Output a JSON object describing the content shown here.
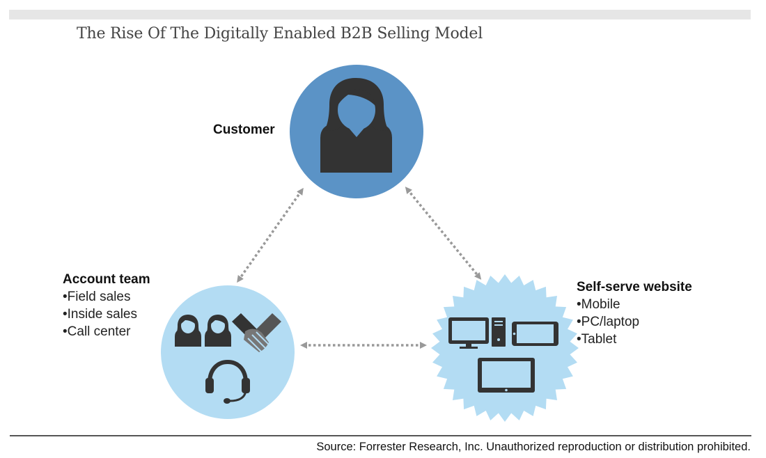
{
  "title": "The Rise Of The Digitally Enabled B2B Selling Model",
  "nodes": {
    "customer": {
      "label": "Customer",
      "color": "#5b93c6"
    },
    "account_team": {
      "label": "Account team",
      "items": [
        "Field sales",
        "Inside sales",
        "Call center"
      ],
      "color": "#b3dcf3"
    },
    "self_serve": {
      "label": "Self-serve website",
      "items": [
        "Mobile",
        "PC/laptop",
        "Tablet"
      ],
      "color": "#b3dcf3"
    }
  },
  "icons": {
    "customer": "woman-person-icon",
    "account_team": [
      "saleswoman-icon",
      "saleswoman-icon",
      "handshake-icon",
      "headset-icon"
    ],
    "self_serve": [
      "desktop-monitor-icon",
      "pc-tower-icon",
      "smartphone-icon",
      "tablet-icon"
    ]
  },
  "connectors": [
    "customer <-> account team",
    "customer <-> self-serve website",
    "account team <-> self-serve website"
  ],
  "colors": {
    "icon": "#333333",
    "connector": "#999999",
    "title": "#444444"
  },
  "source": "Source: Forrester Research, Inc. Unauthorized reproduction or distribution prohibited."
}
